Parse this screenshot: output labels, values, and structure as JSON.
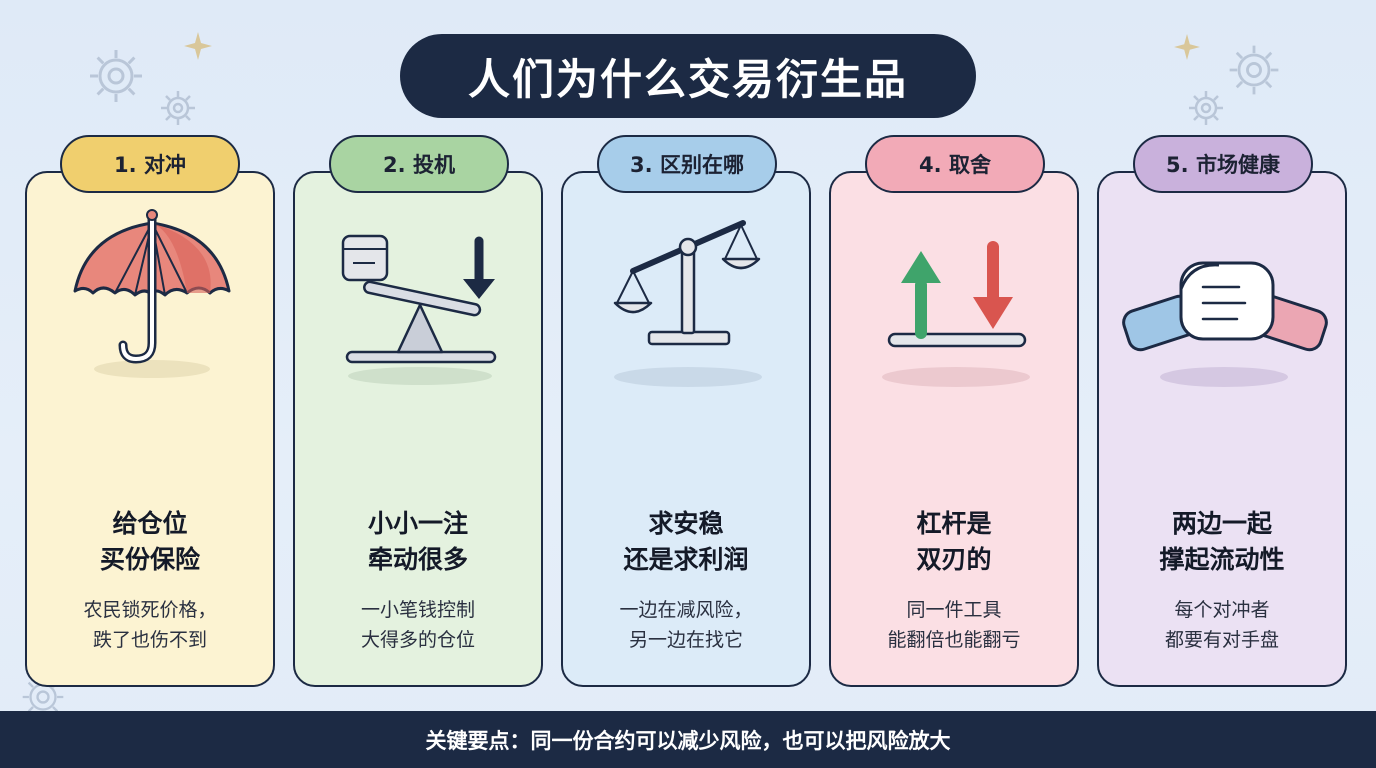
{
  "title": "人们为什么交易衍生品",
  "cards": [
    {
      "tab": "1. 对冲",
      "headline": [
        "给仓位",
        "买份保险"
      ],
      "desc": [
        "农民锁死价格，",
        "跌了也伤不到"
      ],
      "tab_color": "#f0cf6e",
      "bg_color": "#fcf3d2",
      "icon": "umbrella-icon"
    },
    {
      "tab": "2. 投机",
      "headline": [
        "小小一注",
        "牵动很多"
      ],
      "desc": [
        "一小笔钱控制",
        "大得多的仓位"
      ],
      "tab_color": "#a9d4a2",
      "bg_color": "#e4f2df",
      "icon": "seesaw-lever-icon"
    },
    {
      "tab": "3. 区别在哪",
      "headline": [
        "求安稳",
        "还是求利润"
      ],
      "desc": [
        "一边在减风险，",
        "另一边在找它"
      ],
      "tab_color": "#a7cdea",
      "bg_color": "#dcebf8",
      "icon": "balance-scale-icon"
    },
    {
      "tab": "4. 取舍",
      "headline": [
        "杠杆是",
        "双刃的"
      ],
      "desc": [
        "同一件工具",
        "能翻倍也能翻亏"
      ],
      "tab_color": "#f2aab7",
      "bg_color": "#fbdfe4",
      "icon": "up-down-arrows-icon"
    },
    {
      "tab": "5. 市场健康",
      "headline": [
        "两边一起",
        "撑起流动性"
      ],
      "desc": [
        "每个对冲者",
        "都要有对手盘"
      ],
      "tab_color": "#c9b1dc",
      "bg_color": "#ebe1f3",
      "icon": "handshake-icon"
    }
  ],
  "footer": "关键要点：同一份合约可以减少风险，也可以把风险放大"
}
